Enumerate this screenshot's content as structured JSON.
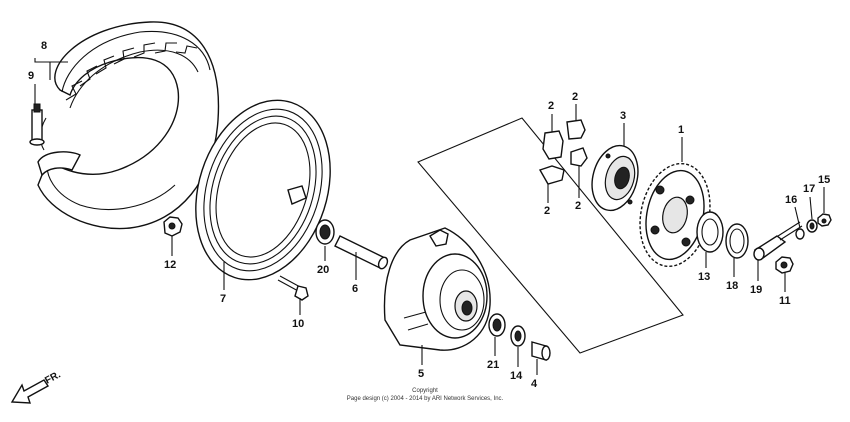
{
  "callouts": {
    "c1": "1",
    "c2a": "2",
    "c2b": "2",
    "c2c": "2",
    "c2d": "2",
    "c3": "3",
    "c4": "4",
    "c5": "5",
    "c6": "6",
    "c7": "7",
    "c8": "8",
    "c9": "9",
    "c10": "10",
    "c11": "11",
    "c12": "12",
    "c13": "13",
    "c14": "14",
    "c15": "15",
    "c16": "16",
    "c17": "17",
    "c18": "18",
    "c19": "19",
    "c20": "20",
    "c21": "21"
  },
  "direction": {
    "label": "FR."
  },
  "copyright": {
    "line1": "Copyright",
    "line2": "Page design (c) 2004 - 2014 by ARI Network Services, Inc."
  }
}
